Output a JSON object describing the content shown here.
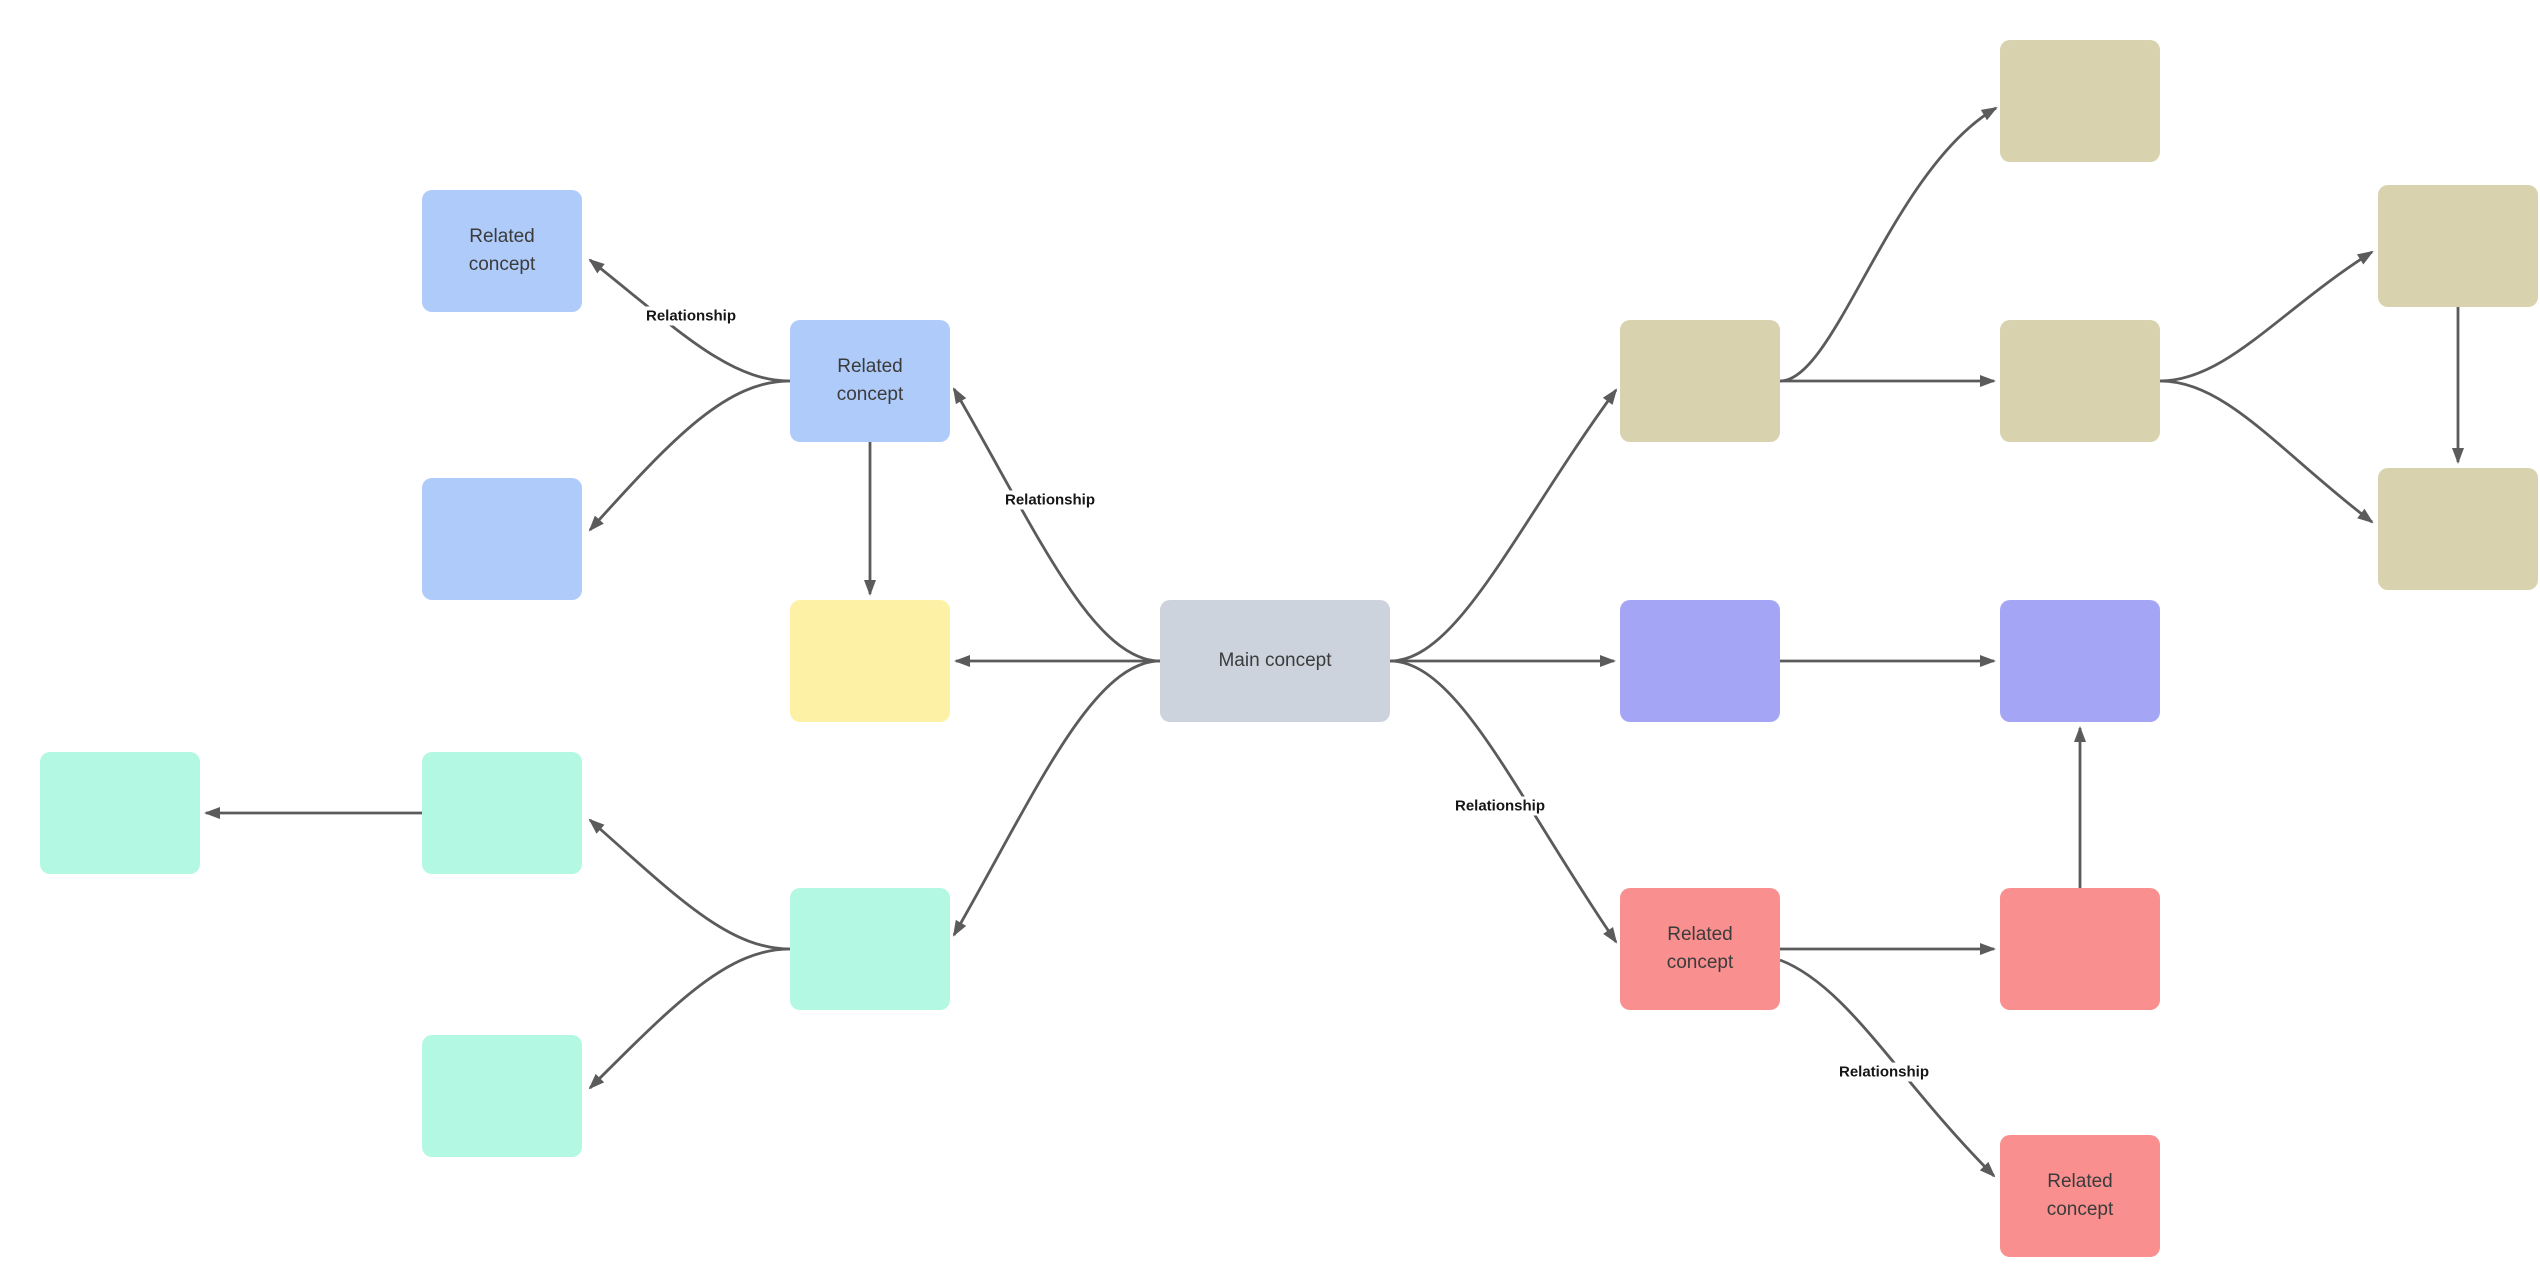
{
  "graph": {
    "type": "concept-map",
    "background": "#ffffff",
    "colors": {
      "gray": "#ccd3dc",
      "blue": "#aecbfa",
      "yellow": "#fcf1a5",
      "teal": "#b2f8e2",
      "tan": "#d8d2ae",
      "purple": "#a5a5f6",
      "red": "#f98f8f",
      "edge": "#5b5b5b",
      "node_text": "#3b3b3b",
      "edge_label_text": "#161616"
    },
    "nodes": [
      {
        "id": "main",
        "label": "Main concept",
        "color": "gray"
      },
      {
        "id": "blue-top",
        "label": "Related concept",
        "color": "blue"
      },
      {
        "id": "blue-child",
        "label": "",
        "color": "blue"
      },
      {
        "id": "blue-parent",
        "label": "Related concept",
        "color": "blue"
      },
      {
        "id": "yellow",
        "label": "",
        "color": "yellow"
      },
      {
        "id": "teal-parent",
        "label": "",
        "color": "teal"
      },
      {
        "id": "teal-mid",
        "label": "",
        "color": "teal"
      },
      {
        "id": "teal-far",
        "label": "",
        "color": "teal"
      },
      {
        "id": "teal-bottom",
        "label": "",
        "color": "teal"
      },
      {
        "id": "tan-parent",
        "label": "",
        "color": "tan"
      },
      {
        "id": "tan-top",
        "label": "",
        "color": "tan"
      },
      {
        "id": "tan-mid",
        "label": "",
        "color": "tan"
      },
      {
        "id": "tan-right-top",
        "label": "",
        "color": "tan"
      },
      {
        "id": "tan-right-bottom",
        "label": "",
        "color": "tan"
      },
      {
        "id": "purple-left",
        "label": "",
        "color": "purple"
      },
      {
        "id": "purple-right",
        "label": "",
        "color": "purple"
      },
      {
        "id": "red-parent",
        "label": "Related concept",
        "color": "red"
      },
      {
        "id": "red-right",
        "label": "",
        "color": "red"
      },
      {
        "id": "red-bottom",
        "label": "Related concept",
        "color": "red"
      }
    ],
    "edges": [
      {
        "from": "blue-parent",
        "to": "blue-top",
        "label": "Relationship"
      },
      {
        "from": "blue-parent",
        "to": "blue-child",
        "label": ""
      },
      {
        "from": "blue-parent",
        "to": "yellow",
        "label": ""
      },
      {
        "from": "main",
        "to": "yellow",
        "label": ""
      },
      {
        "from": "main",
        "to": "blue-parent",
        "label": "Relationship"
      },
      {
        "from": "main",
        "to": "teal-parent",
        "label": ""
      },
      {
        "from": "teal-parent",
        "to": "teal-mid",
        "label": ""
      },
      {
        "from": "teal-parent",
        "to": "teal-bottom",
        "label": ""
      },
      {
        "from": "teal-mid",
        "to": "teal-far",
        "label": ""
      },
      {
        "from": "main",
        "to": "tan-parent",
        "label": ""
      },
      {
        "from": "main",
        "to": "purple-left",
        "label": ""
      },
      {
        "from": "main",
        "to": "red-parent",
        "label": "Relationship"
      },
      {
        "from": "tan-parent",
        "to": "tan-top",
        "label": ""
      },
      {
        "from": "tan-parent",
        "to": "tan-mid",
        "label": ""
      },
      {
        "from": "tan-mid",
        "to": "tan-right-top",
        "label": ""
      },
      {
        "from": "tan-mid",
        "to": "tan-right-bottom",
        "label": ""
      },
      {
        "from": "tan-right-top",
        "to": "tan-right-bottom",
        "label": ""
      },
      {
        "from": "purple-left",
        "to": "purple-right",
        "label": ""
      },
      {
        "from": "red-parent",
        "to": "red-right",
        "label": ""
      },
      {
        "from": "red-right",
        "to": "purple-right",
        "label": ""
      },
      {
        "from": "red-parent",
        "to": "red-bottom",
        "label": "Relationship"
      }
    ]
  }
}
